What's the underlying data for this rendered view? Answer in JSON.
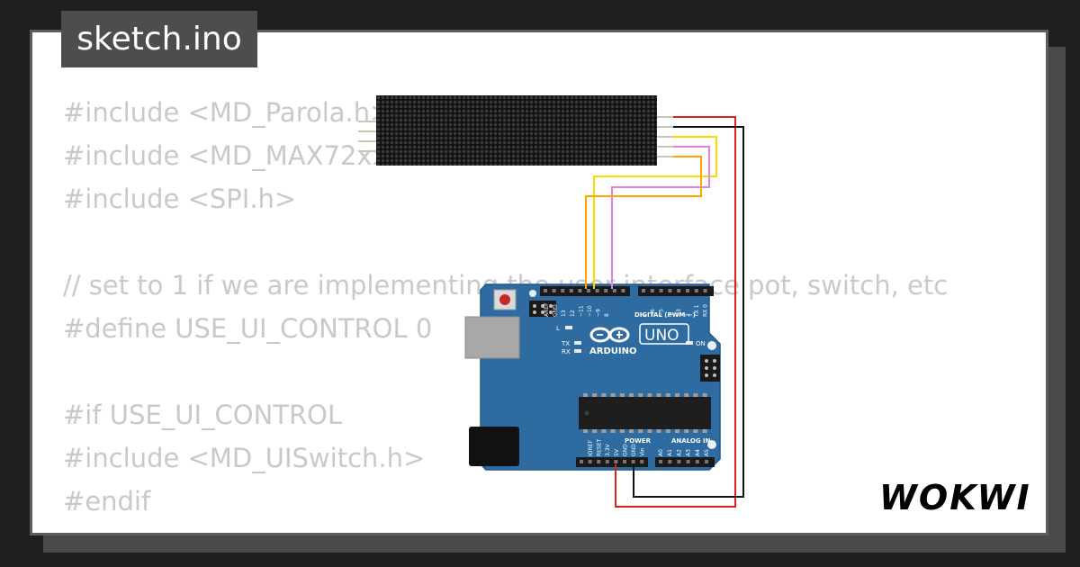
{
  "file_tab": {
    "label": "sketch.ino"
  },
  "code": {
    "lines": [
      "#include <MD_Parola.h>",
      "#include <MD_MAX72xx.h>",
      "#include <SPI.h>",
      "",
      "// set to 1 if we are implementing the user interface pot, switch, etc",
      "#define USE_UI_CONTROL 0",
      "",
      "#if USE_UI_CONTROL",
      "#include <MD_UISwitch.h>",
      "#endif"
    ]
  },
  "board": {
    "brand": "ARDUINO",
    "model": "UNO",
    "digital_label": "DIGITAL (PWM ~)",
    "power_label": "POWER",
    "analog_label": "ANALOG IN",
    "on_label": "ON",
    "l_label": "L",
    "tx_label": "TX",
    "rx_label": "RX",
    "top_pins": [
      "AREF",
      "GND",
      "13",
      "12",
      "~11",
      "~10",
      "~9",
      "8",
      "7",
      "~6",
      "~5",
      "4",
      "~3",
      "2",
      "TX 1",
      "RX 0"
    ],
    "power_pins": [
      "IOREF",
      "RESET",
      "3.3V",
      "5V",
      "GND",
      "GND",
      "Vin"
    ],
    "analog_pins": [
      "A0",
      "A1",
      "A2",
      "A3",
      "A4",
      "A5"
    ]
  },
  "wires": {
    "colors": {
      "vcc": "#e02020",
      "gnd": "#111111",
      "din": "#ffd800",
      "cs": "#e87de8",
      "clk": "#ffa500"
    }
  },
  "logo": {
    "text": "WOKWI"
  }
}
